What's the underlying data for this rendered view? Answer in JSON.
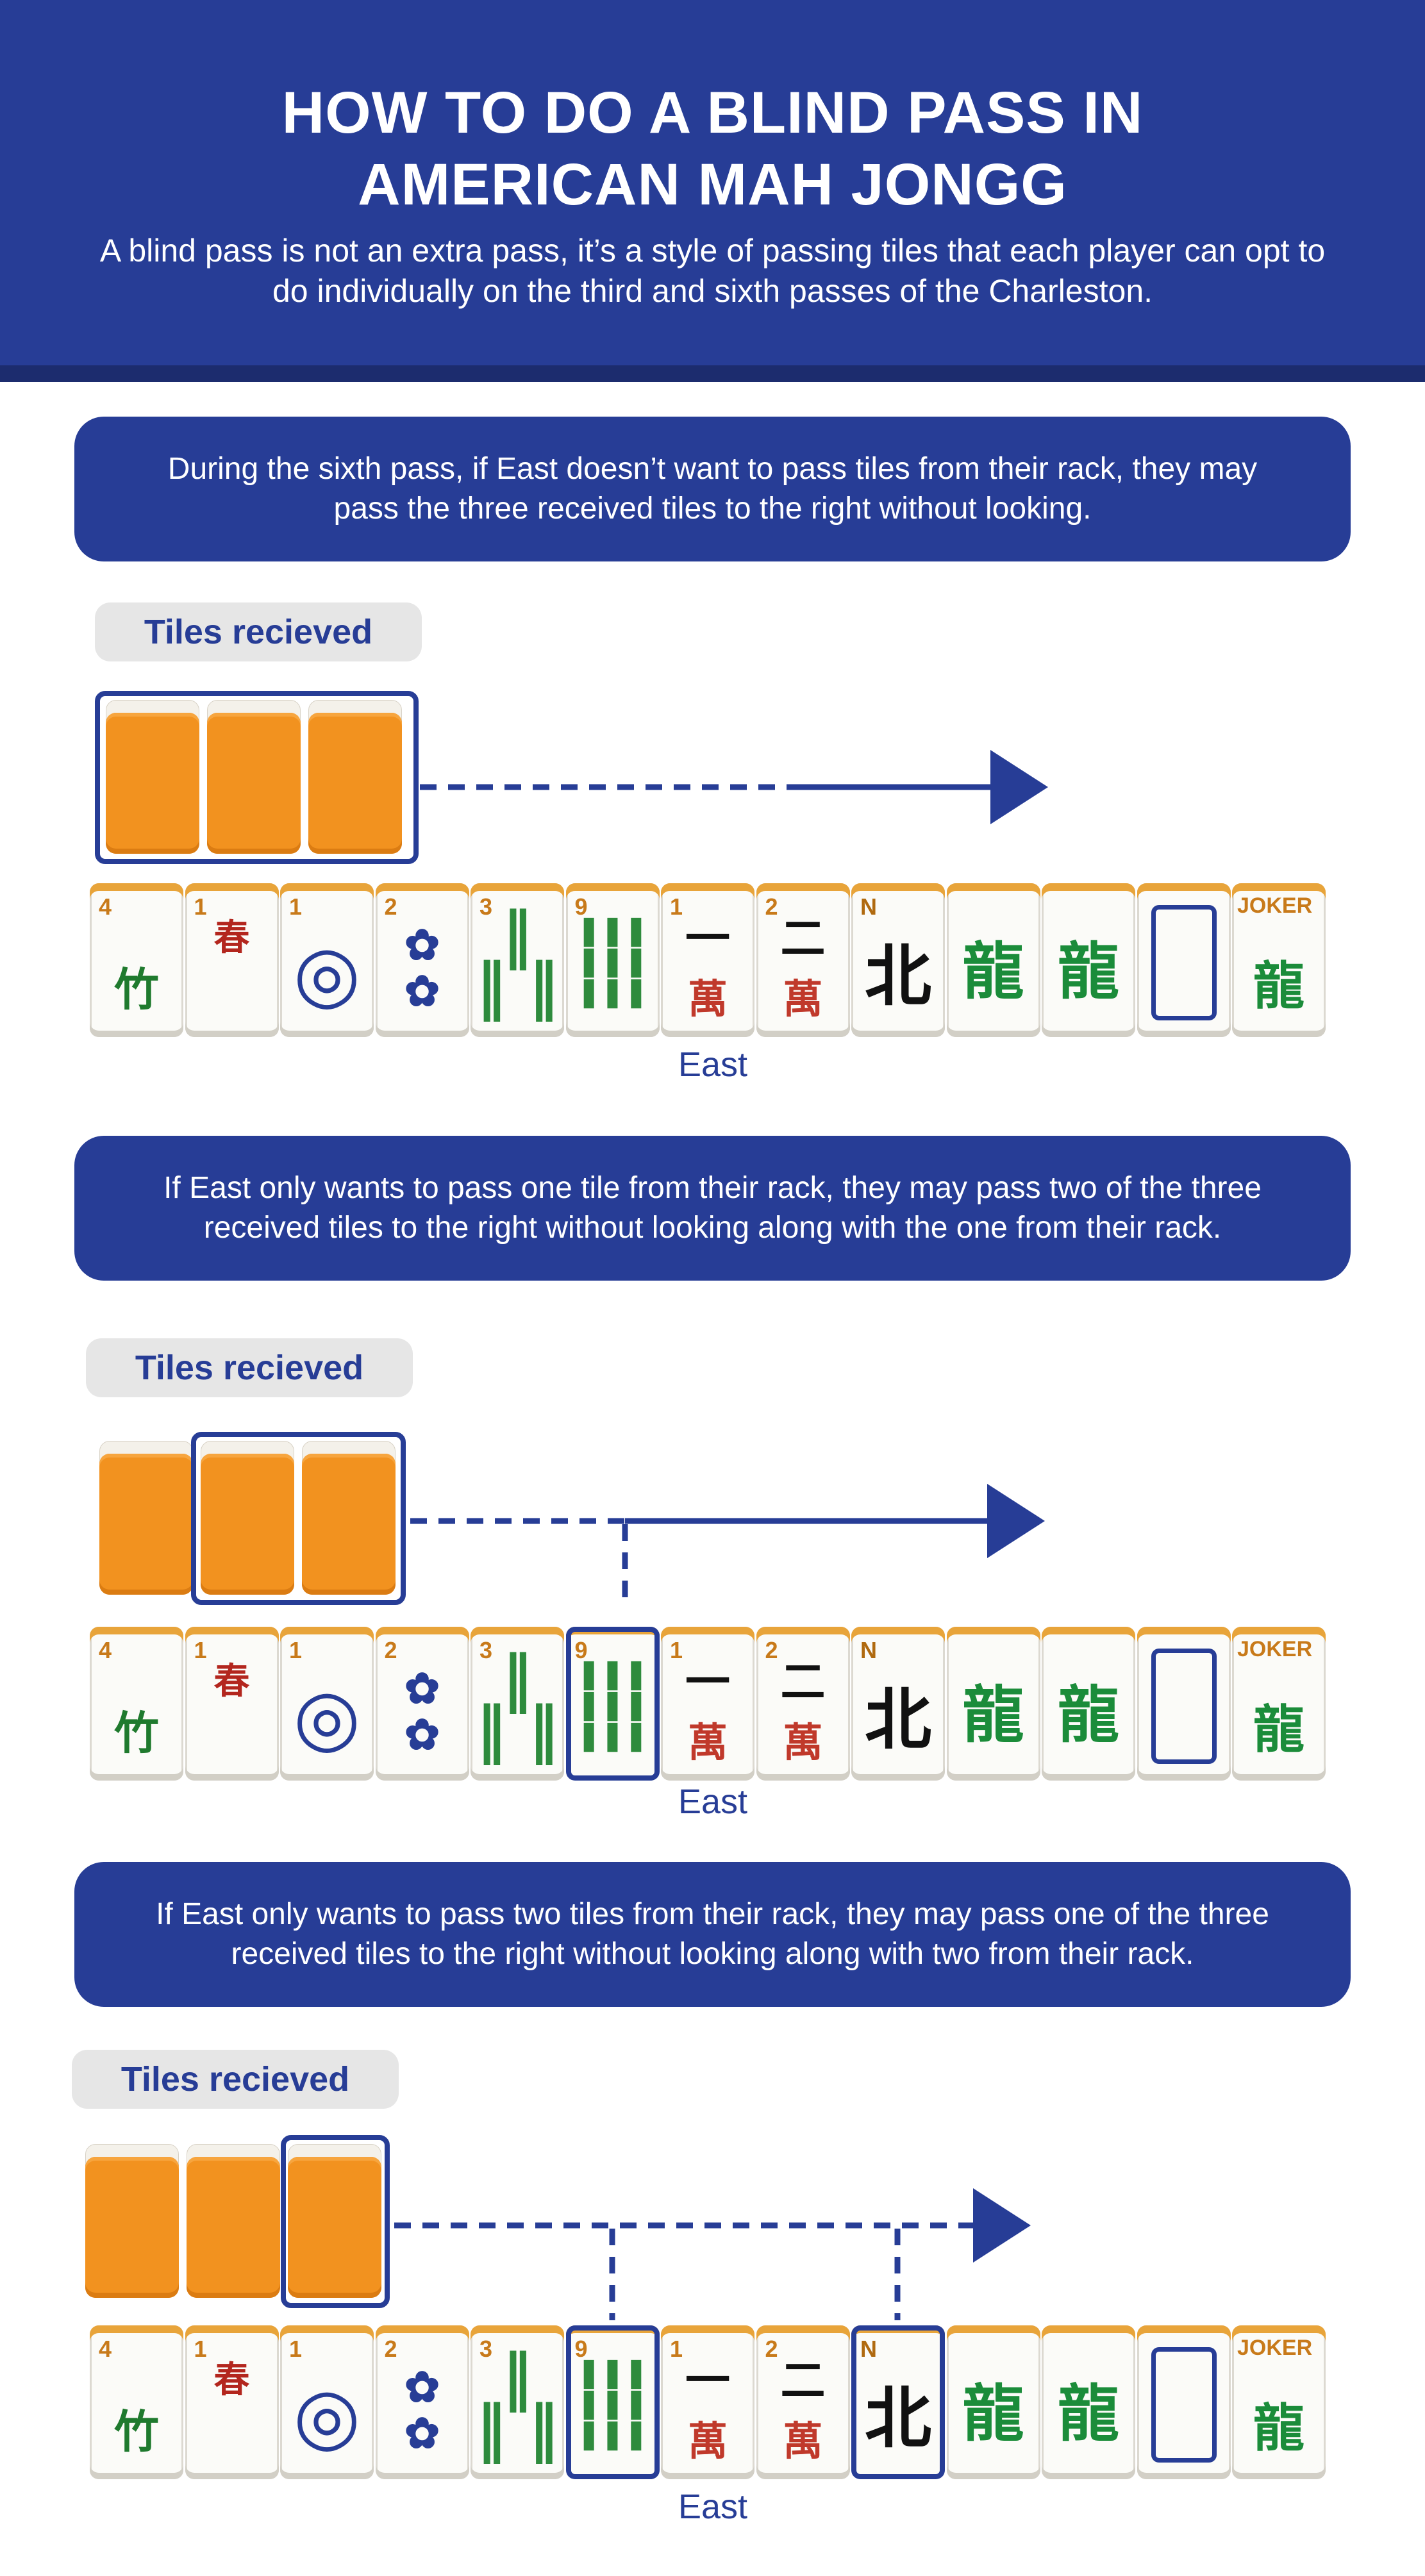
{
  "header": {
    "title_line1": "HOW TO DO A BLIND PASS IN",
    "title_line2": "AMERICAN MAH JONGG",
    "subtitle": "A blind pass is not an extra pass, it’s a style of passing tiles that each player can opt to do individually on the third and sixth passes of the Charleston."
  },
  "colors": {
    "primary": "#273d96",
    "tile_back": "#f2921f",
    "pill_bg": "#e6e6e6"
  },
  "sections": [
    {
      "callout": "During the sixth pass, if East doesn’t want to pass tiles from their rack, they may pass the three received tiles to the right without looking.",
      "pill": "Tiles recieved",
      "player": "East"
    },
    {
      "callout": "If East only wants to pass one tile from their rack, they may pass two of the three received tiles to the right without looking along with the one from their rack.",
      "pill": "Tiles recieved",
      "player": "East"
    },
    {
      "callout": "If East only wants to pass two tiles from their rack, they may pass one of the three received tiles to the right without looking along with two from their rack.",
      "pill": "Tiles recieved",
      "player": "East"
    }
  ],
  "rack_tiles": [
    {
      "name": "flower-tile",
      "corner": "4",
      "glyph": "竹"
    },
    {
      "name": "season-tile",
      "corner": "1",
      "glyph": "春"
    },
    {
      "name": "one-dot-tile",
      "corner": "1",
      "glyph": "◎"
    },
    {
      "name": "two-dot-tile",
      "corner": "2",
      "glyph": "✿"
    },
    {
      "name": "three-bam-tile",
      "corner": "3",
      "glyph": "‖"
    },
    {
      "name": "nine-bam-tile",
      "corner": "9",
      "glyph": "|||"
    },
    {
      "name": "one-crak-tile",
      "corner": "1",
      "glyph": "一\n萬"
    },
    {
      "name": "two-crak-tile",
      "corner": "2",
      "glyph": "二\n萬"
    },
    {
      "name": "north-wind-tile",
      "corner": "N",
      "glyph": "北"
    },
    {
      "name": "green-dragon-tile-a",
      "corner": "",
      "glyph": "龍"
    },
    {
      "name": "green-dragon-tile-b",
      "corner": "",
      "glyph": "龍"
    },
    {
      "name": "white-dragon-tile",
      "corner": "",
      "glyph": ""
    },
    {
      "name": "joker-tile",
      "corner": "JOKER",
      "glyph": "龍"
    }
  ]
}
